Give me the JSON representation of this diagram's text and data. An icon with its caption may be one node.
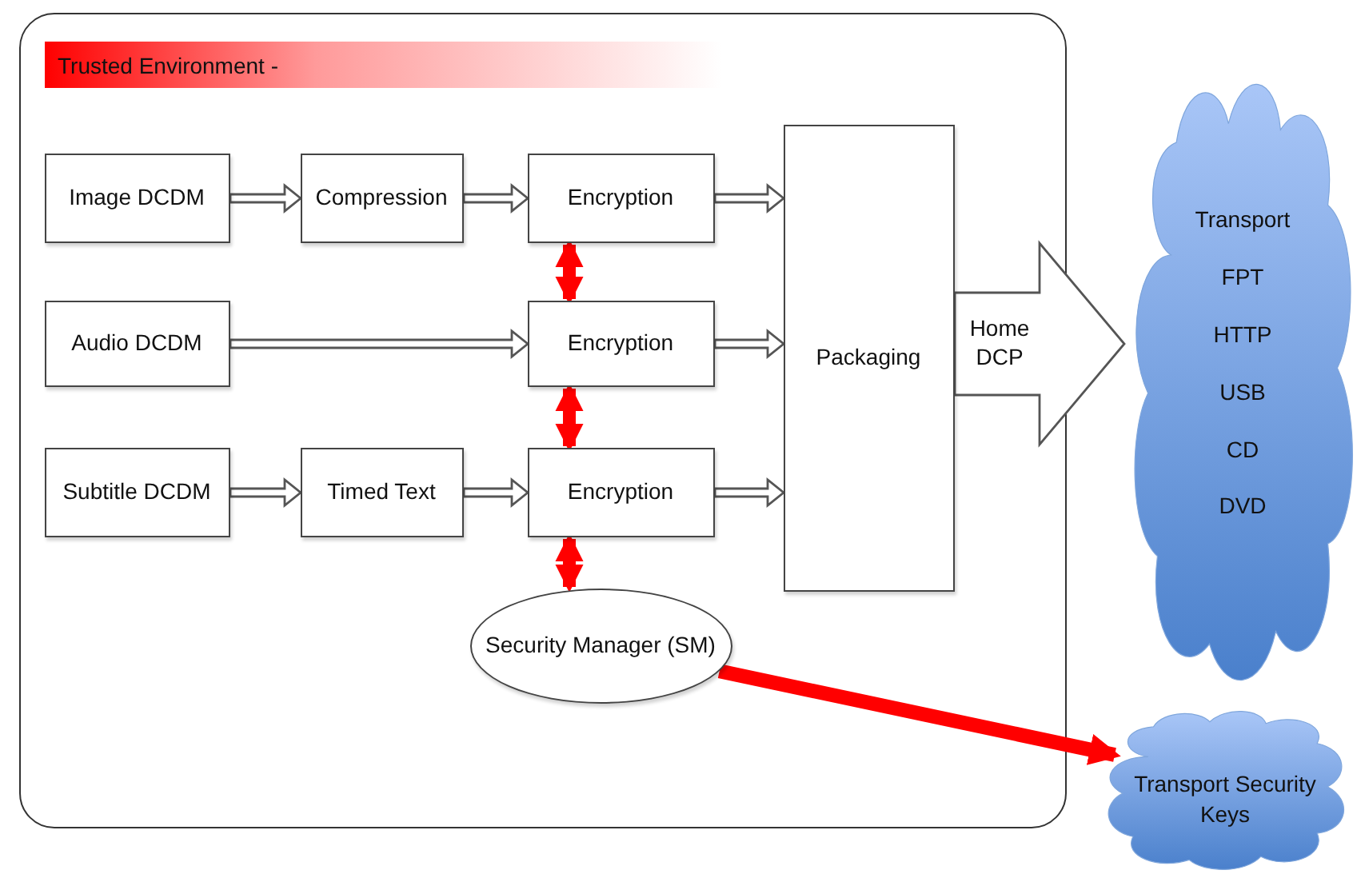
{
  "diagram": {
    "nodes": [
      {
        "text": [
          "Trusted Environment -"
        ]
      },
      {
        "text": [
          "Image DCDM"
        ],
        "in": 0
      },
      {
        "text": [
          "Compression"
        ],
        "in": 0
      },
      {
        "text": [
          "Encryption"
        ],
        "in": 0
      },
      {
        "text": [
          "Audio DCDM"
        ],
        "in": 0
      },
      {
        "text": [
          "Encryption"
        ],
        "in": 0
      },
      {
        "text": [
          "Subtitle DCDM"
        ],
        "in": 0
      },
      {
        "text": [
          "Timed Text"
        ],
        "in": 0
      },
      {
        "text": [
          "Encryption"
        ],
        "in": 0
      },
      {
        "text": [
          "Packaging"
        ],
        "in": 0
      },
      {
        "text": [
          "Security Manager (SM)"
        ],
        "in": 0
      },
      {
        "text": [
          "Transport",
          "FPT",
          "HTTP",
          "USB",
          "CD",
          "DVD"
        ]
      },
      {
        "text": [
          "Transport Security Keys"
        ]
      }
    ],
    "edges": [
      {
        "from": 1,
        "to": 2,
        "arrow": "to"
      },
      {
        "from": 2,
        "to": 3,
        "arrow": "to"
      },
      {
        "from": 3,
        "to": 9,
        "arrow": "to"
      },
      {
        "from": 4,
        "to": 5,
        "arrow": "to"
      },
      {
        "from": 5,
        "to": 9,
        "arrow": "to"
      },
      {
        "from": 6,
        "to": 7,
        "arrow": "to"
      },
      {
        "from": 7,
        "to": 8,
        "arrow": "to"
      },
      {
        "from": 8,
        "to": 9,
        "arrow": "to"
      },
      {
        "from": 3,
        "to": 5,
        "arrow": "both",
        "color": "#ff0000"
      },
      {
        "from": 5,
        "to": 8,
        "arrow": "both",
        "color": "#ff0000"
      },
      {
        "from": 8,
        "to": 10,
        "arrow": "both",
        "color": "#ff0000"
      },
      {
        "from": 9,
        "to": 11,
        "arrow": "to",
        "label": "Home DCP"
      },
      {
        "from": 10,
        "to": 12,
        "arrow": "to",
        "color": "#ff0000"
      }
    ]
  }
}
